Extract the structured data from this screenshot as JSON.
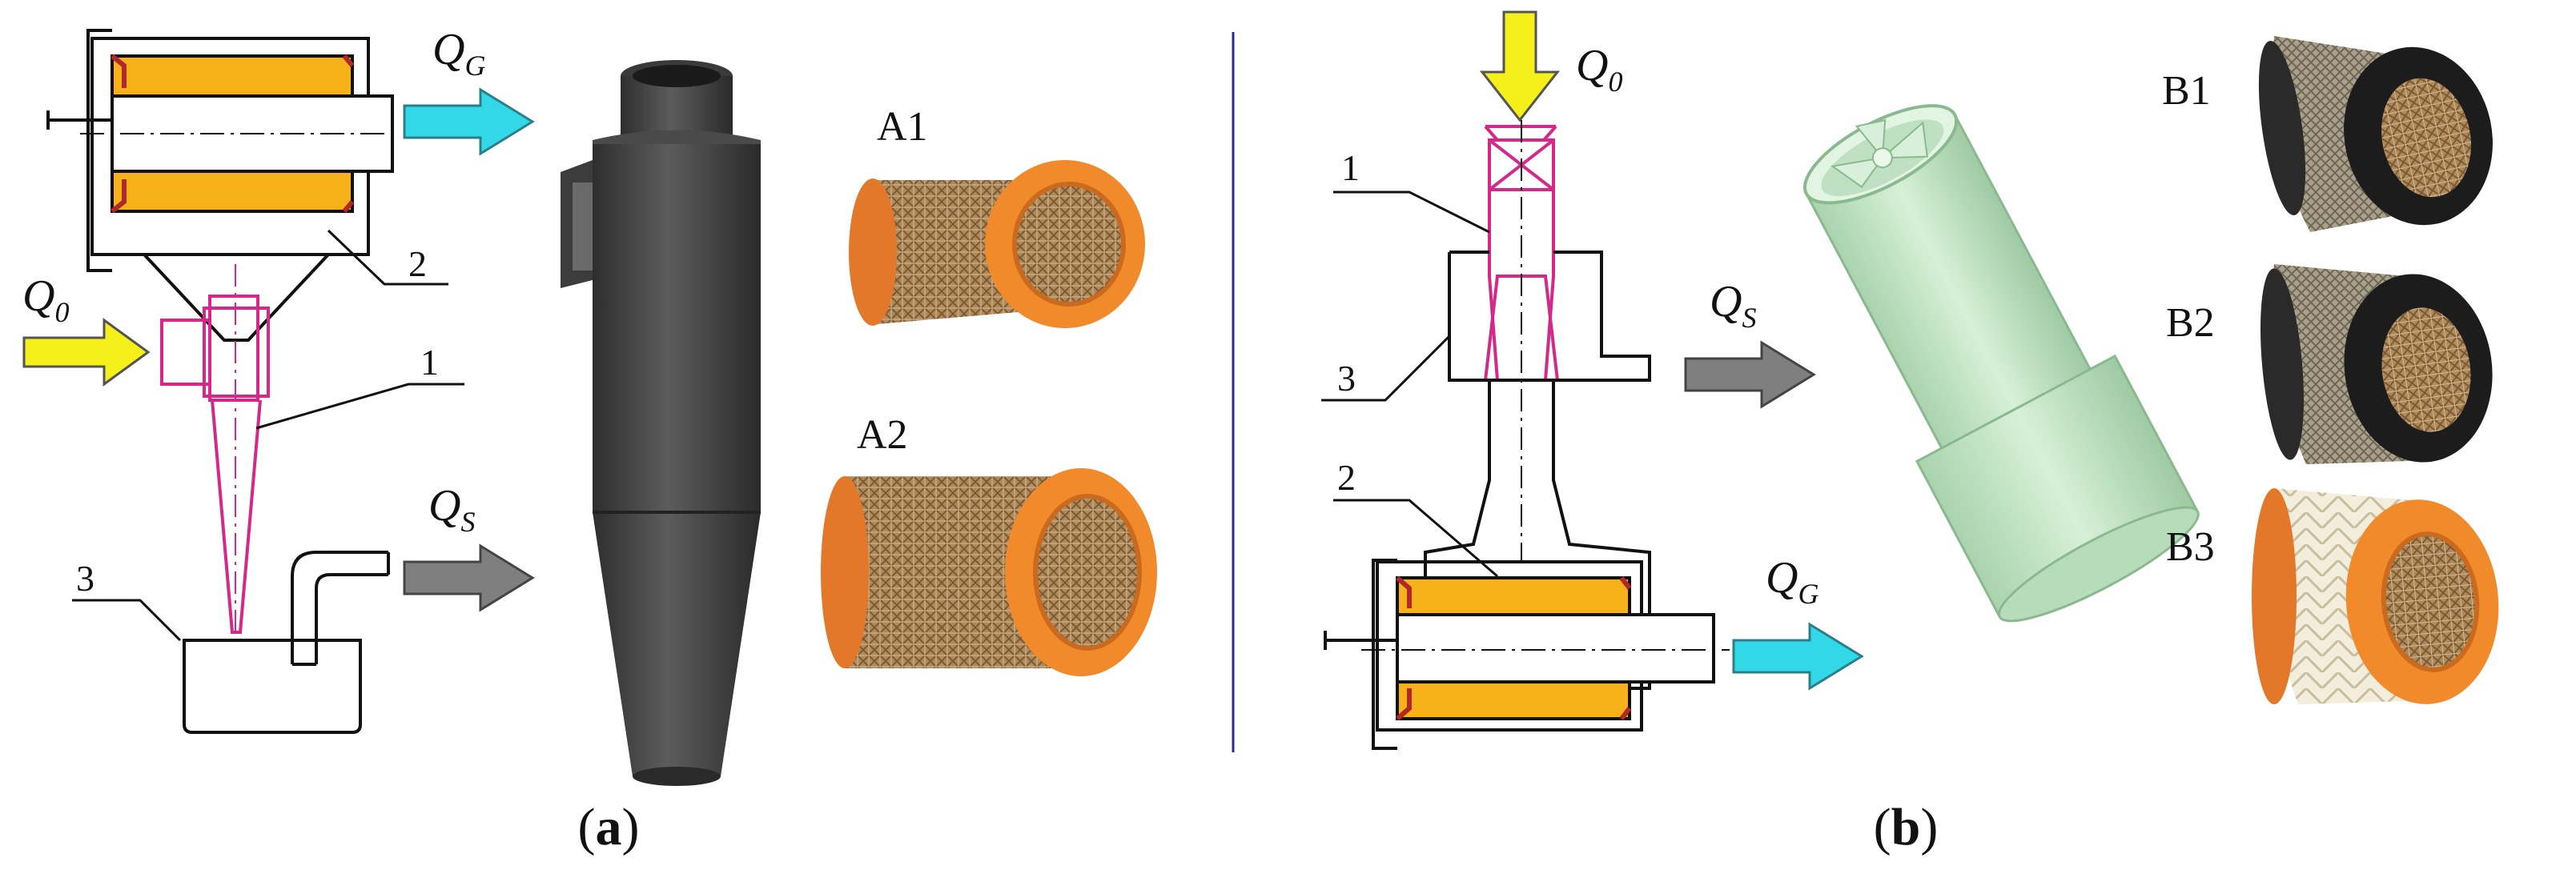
{
  "figure": {
    "panel_a": {
      "caption": "(a)",
      "caption_letter": "a",
      "flows": {
        "q0": "Q",
        "q0_sub": "0",
        "qg": "Q",
        "qg_sub": "G",
        "qs": "Q",
        "qs_sub": "S"
      },
      "callouts": [
        "1",
        "2",
        "3"
      ],
      "filters": [
        "A1",
        "A2"
      ]
    },
    "panel_b": {
      "caption": "(b)",
      "caption_letter": "b",
      "flows": {
        "q0": "Q",
        "q0_sub": "0",
        "qg": "Q",
        "qg_sub": "G",
        "qs": "Q",
        "qs_sub": "S"
      },
      "callouts": [
        "1",
        "2",
        "3"
      ],
      "filters": [
        "B1",
        "B2",
        "B3"
      ]
    },
    "colors": {
      "inlet_arrow": "#f5f01a",
      "gas_arrow": "#33d8e8",
      "solid_arrow": "#7f7f7f",
      "cyclone_outline": "#d4288a",
      "filter_element": "#f7b21a",
      "filter_cap_orange": "#f08a2a",
      "filter_cap_black": "#1c1c1c",
      "cyclone_render": "#4a4a4a",
      "swirl_render": "#c6e6c8",
      "divider": "#2b2b8c"
    }
  }
}
